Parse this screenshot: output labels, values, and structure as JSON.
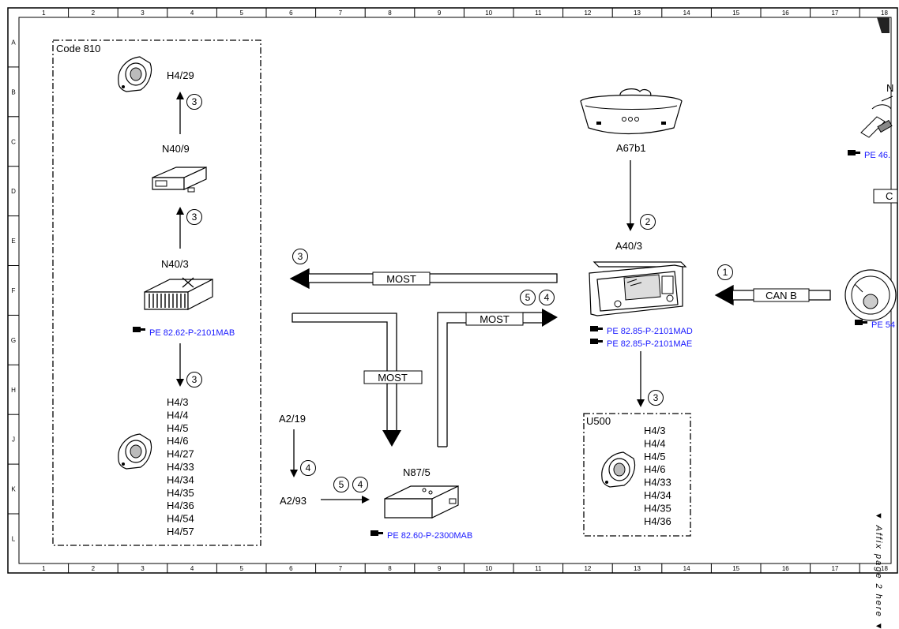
{
  "grid": {
    "columns": [
      "1",
      "2",
      "3",
      "4",
      "5",
      "6",
      "7",
      "8",
      "9",
      "10",
      "11",
      "12",
      "13",
      "14",
      "15",
      "16",
      "17",
      "18"
    ],
    "rows": [
      "A",
      "B",
      "C",
      "D",
      "E",
      "F",
      "G",
      "H",
      "J",
      "K",
      "L"
    ]
  },
  "groups": {
    "code810": "Code 810",
    "u500": "U500"
  },
  "components": {
    "h4_29": "H4/29",
    "n40_9": "N40/9",
    "n40_3": "N40/3",
    "a67b1": "A67b1",
    "a40_3": "A40/3",
    "n87_5": "N87/5",
    "a2_19": "A2/19",
    "a2_93": "A2/93"
  },
  "speaker_list_left": [
    "H4/3",
    "H4/4",
    "H4/5",
    "H4/6",
    "H4/27",
    "H4/33",
    "H4/34",
    "H4/35",
    "H4/36",
    "H4/54",
    "H4/57"
  ],
  "speaker_list_u500": [
    "H4/3",
    "H4/4",
    "H4/5",
    "H4/6",
    "H4/33",
    "H4/34",
    "H4/35",
    "H4/36"
  ],
  "buses": {
    "most_top": "MOST",
    "most_right": "MOST",
    "most_down": "MOST",
    "canb": "CAN B"
  },
  "references": {
    "n40_3_ref": "PE 82.62-P-2101MAB",
    "a40_3_ref1": "PE 82.85-P-2101MAD",
    "a40_3_ref2": "PE 82.85-P-2101MAE",
    "n87_5_ref": "PE 82.60-P-2300MAB",
    "right_ref1": "PE 46.",
    "right_ref2": "PE 54"
  },
  "markers": {
    "m3a": "3",
    "m3b": "3",
    "m3c": "3",
    "m3d": "3",
    "m3e": "3",
    "m2": "2",
    "m1": "1",
    "m5a": "5",
    "m4a": "4",
    "m4b": "4",
    "m5b": "5",
    "m4c": "4"
  },
  "partial": {
    "right_box": "C",
    "right_n": "N"
  },
  "side_text": "▼ Affix page 2 here ▼",
  "colors": {
    "reference": "#1a1aff",
    "line": "#000000"
  }
}
